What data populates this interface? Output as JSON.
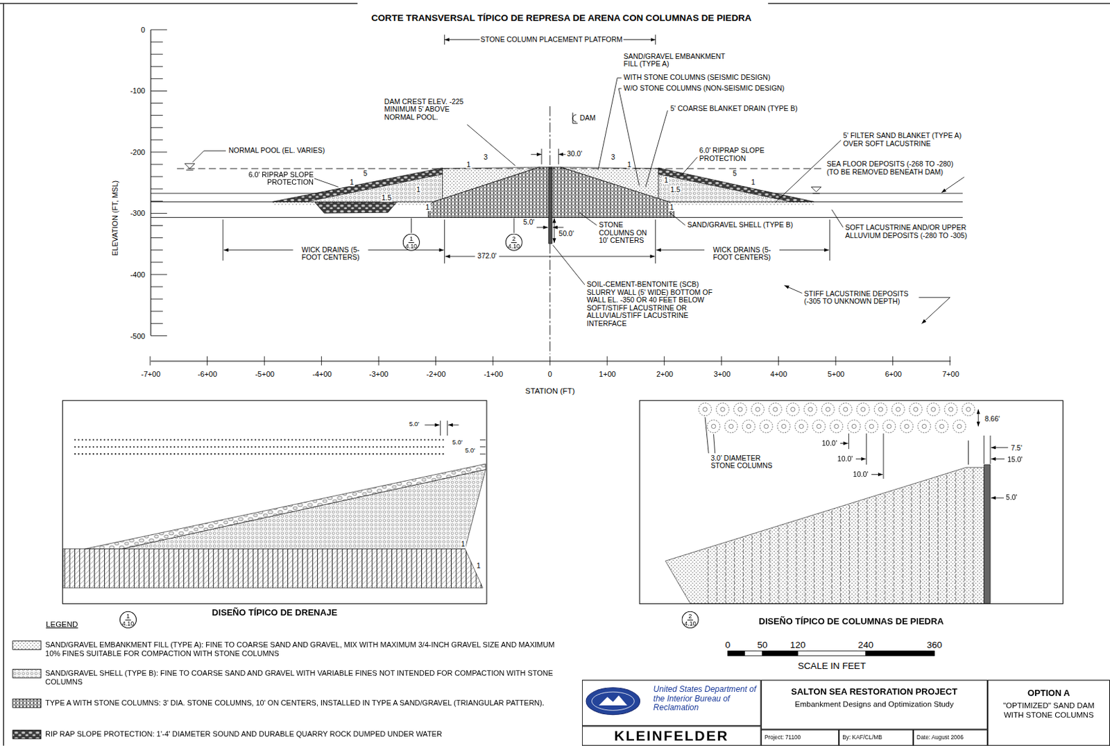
{
  "diagram": {
    "title": "CORTE TRANSVERSAL TÍPICO DE REPRESA DE ARENA CON COLUMNAS DE PIEDRA",
    "nodes": [
      {
        "text": [
          "1",
          "4.10"
        ]
      },
      {
        "text": [
          "2",
          "4.10"
        ]
      },
      {
        "text": [
          "DISEÑO TÍPICO DE DRENAJE"
        ]
      },
      {
        "text": [
          "DISEÑO TÍPICO DE COLUMNAS DE PIEDRA"
        ]
      },
      {
        "text": [
          "1",
          "4.10"
        ]
      },
      {
        "text": [
          "2",
          "4.10"
        ]
      },
      {
        "text": [
          "United States Department of the Interior Bureau of Reclamation"
        ]
      },
      {
        "text": [
          "KLEINFELDER"
        ]
      },
      {
        "text": [
          "SALTON SEA RESTORATION PROJECT",
          "Embankment Designs and Optimization Study"
        ]
      },
      {
        "text": [
          "OPTION A",
          "\"OPTIMIZED\" SAND DAM WITH STONE COLUMNS"
        ]
      },
      {
        "text": [
          "Project: 71100"
        ]
      },
      {
        "text": [
          "By: KAF/CL/MB"
        ]
      },
      {
        "text": [
          "Date: August 2006"
        ]
      }
    ],
    "labels": [
      "0",
      "-100",
      "-200",
      "-300",
      "-400",
      "-500",
      "ELEVATION (FT, MSL)",
      "-7+00",
      "-6+00",
      "-5+00",
      "-4+00",
      "-3+00",
      "-2+00",
      "-1+00",
      "0",
      "1+00",
      "2+00",
      "3+00",
      "4+00",
      "5+00",
      "6+00",
      "7+00",
      "STATION (FT)",
      "STONE COLUMN PLACEMENT PLATFORM",
      "SAND/GRAVEL EMBANKMENT FILL (TYPE A)",
      "WITH STONE COLUMNS (SEISMIC DESIGN)",
      "W/O STONE COLUMNS (NON-SEISMIC DESIGN)",
      "DAM CREST ELEV. -225 MINIMUM 5' ABOVE NORMAL POOL.",
      "DAM",
      "5' COARSE BLANKET DRAIN (TYPE B)",
      "NORMAL POOL (EL. VARIES)",
      "6.0' RIPRAP SLOPE PROTECTION",
      "30.0'",
      "6.0' RIPRAP SLOPE PROTECTION",
      "5' FILTER SAND BLANKET (TYPE A) OVER SOFT LACUSTRINE",
      "SEA FLOOR DEPOSITS (-268 TO -280) (TO BE REMOVED BENEATH DAM)",
      "5",
      "1",
      "1",
      "1.5",
      "1",
      "3",
      "1",
      "3",
      "1",
      "1",
      "1.5",
      "1",
      "5",
      "1",
      "5.0'",
      "50.0'",
      "STONE COLUMNS ON 10' CENTERS",
      "SAND/GRAVEL SHELL (TYPE B)",
      "SOFT LACUSTRINE AND/OR UPPER ALLUVIUM DEPOSITS (-280 TO -305)",
      "WICK DRAINS (5-FOOT CENTERS)",
      "372.0'",
      "WICK DRAINS (5-FOOT CENTERS)",
      "SOIL-CEMENT-BENTONITE (SCB) SLURRY WALL (5' WIDE) BOTTOM OF WALL EL. -350 OR 40 FEET BELOW SOFT/STIFF LACUSTRINE OR ALLUVIAL/STIFF LACUSTRINE INTERFACE",
      "STIFF LACUSTRINE DEPOSITS (-305 TO UNKNOWN DEPTH)",
      "5.0'",
      "5.0'",
      "5.0'",
      "1",
      "1",
      "8.66'",
      "3.0' DIAMETER STONE COLUMNS",
      "10.0'",
      "10.0'",
      "10.0'",
      "7.5'",
      "15.0'",
      "5.0'",
      "LEGEND",
      "0",
      "50",
      "120",
      "240",
      "360",
      "SCALE IN FEET"
    ],
    "legend": [
      {
        "text": "SAND/GRAVEL EMBANKMENT FILL (TYPE A): FINE TO COARSE SAND AND GRAVEL, MIX WITH MAXIMUM 3/4-INCH GRAVEL SIZE AND MAXIMUM 10% FINES SUITABLE FOR COMPACTION WITH STONE COLUMNS"
      },
      {
        "text": "SAND/GRAVEL SHELL (TYPE B): FINE TO COARSE SAND AND GRAVEL WITH VARIABLE FINES NOT INTENDED FOR COMPACTION WITH STONE COLUMNS"
      },
      {
        "text": "TYPE A WITH STONE COLUMNS: 3' DIA. STONE COLUMNS, 10' ON CENTERS, INSTALLED IN TYPE A SAND/GRAVEL (TRIANGULAR PATTERN)."
      },
      {
        "text": "RIP RAP SLOPE PROTECTION: 1'-4' DIAMETER SOUND AND DURABLE QUARRY ROCK DUMPED UNDER WATER"
      }
    ]
  }
}
